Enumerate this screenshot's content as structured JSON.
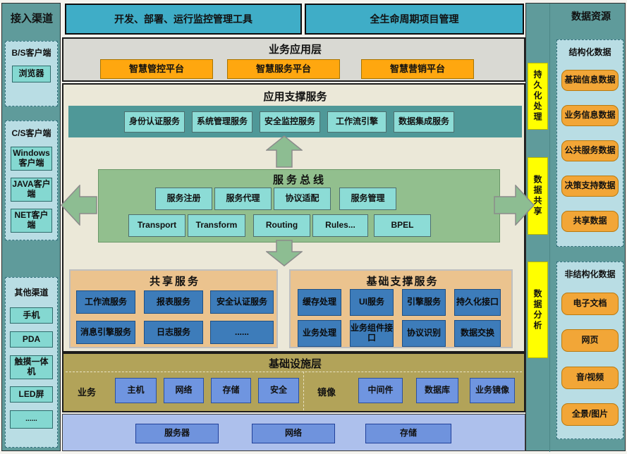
{
  "colors": {
    "sidebar_teal": "#5f9b9b",
    "panel_light_blue": "#b9dde4",
    "button_aqua": "#84d8d1",
    "header_blue": "#3fadc7",
    "platform_orange": "#ffa70f",
    "bus_green": "#92bf8e",
    "shared_tan": "#ebc38e",
    "service_blue": "#3d7cba",
    "infra_khaki": "#b2a359",
    "hardware_blue": "#6f93dd",
    "strip_yellow": "#ffff00",
    "data_button_orange": "#f2a637"
  },
  "left_sidebar": {
    "title": "接入渠道",
    "bs": {
      "label": "B/S客户端",
      "items": [
        "浏览器"
      ]
    },
    "cs": {
      "label": "C/S客户端",
      "items": [
        "Windows客户端",
        "JAVA客户端",
        "NET客户端"
      ]
    },
    "other": {
      "label": "其他渠道",
      "items": [
        "手机",
        "PDA",
        "触摸一体机",
        "LED屏",
        "......"
      ]
    }
  },
  "top_tools": {
    "dev": "开发、部署、运行监控管理工具",
    "lifecycle": "全生命周期项目管理"
  },
  "business_layer": {
    "title": "业务应用层",
    "platforms": [
      "智慧管控平台",
      "智慧服务平台",
      "智慧营销平台"
    ]
  },
  "app_support": {
    "title": "应用支撑服务",
    "services": [
      "身份认证服务",
      "系统管理服务",
      "安全监控服务",
      "工作流引擎",
      "数据集成服务"
    ]
  },
  "service_bus": {
    "title": "服务总线",
    "functions": [
      "服务注册",
      "服务代理",
      "协议适配",
      "服务管理"
    ],
    "components": [
      "Transport",
      "Transform",
      "Routing",
      "Rules...",
      "BPEL"
    ]
  },
  "shared_services": {
    "title": "共享服务",
    "row1": [
      "工作流服务",
      "报表服务",
      "安全认证服务"
    ],
    "row2": [
      "消息引擎服务",
      "日志服务",
      "......"
    ]
  },
  "base_support": {
    "title": "基础支撑服务",
    "row1": [
      "缓存处理",
      "UI服务",
      "引擎服务",
      "持久化接口"
    ],
    "row2": [
      "业务处理",
      "业务组件接口",
      "协议识别",
      "数据交换"
    ]
  },
  "infrastructure": {
    "title": "基础设施层",
    "business_label": "业务",
    "business_items": [
      "主机",
      "网络",
      "存储",
      "安全"
    ],
    "mirror_label": "镜像",
    "mirror_items": [
      "中间件",
      "数据库",
      "业务镜像"
    ],
    "hardware": [
      "服务器",
      "网络",
      "存储"
    ]
  },
  "process_strips": [
    "持久化处理",
    "数据共享",
    "数据分析"
  ],
  "right_sidebar": {
    "title": "数据资源",
    "structured": {
      "label": "结构化数据",
      "items": [
        "基础信息数据",
        "业务信息数据",
        "公共服务数据",
        "决策支持数据",
        "共享数据"
      ]
    },
    "unstructured": {
      "label": "非结构化数据",
      "items": [
        "电子文档",
        "网页",
        "音/视频",
        "全景/图片"
      ]
    }
  }
}
